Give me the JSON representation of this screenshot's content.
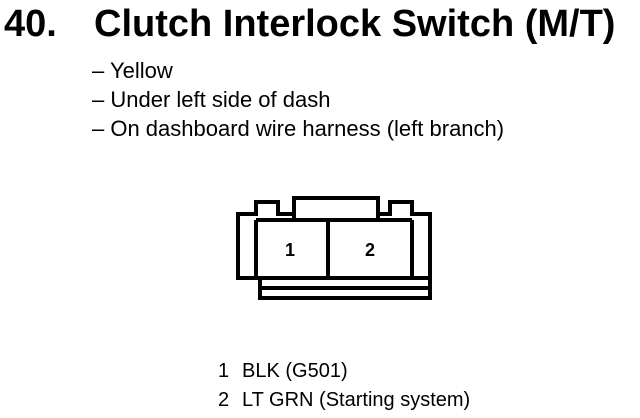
{
  "header": {
    "number": "40.",
    "title": "Clutch Interlock Switch (M/T)"
  },
  "details": [
    "– Yellow",
    "– Under left side of dash",
    "– On dashboard wire harness (left branch)"
  ],
  "connector": {
    "cavities": [
      "1",
      "2"
    ]
  },
  "pins": [
    {
      "number": "1",
      "desc": "BLK (G501)"
    },
    {
      "number": "2",
      "desc": "LT GRN (Starting system)"
    }
  ]
}
